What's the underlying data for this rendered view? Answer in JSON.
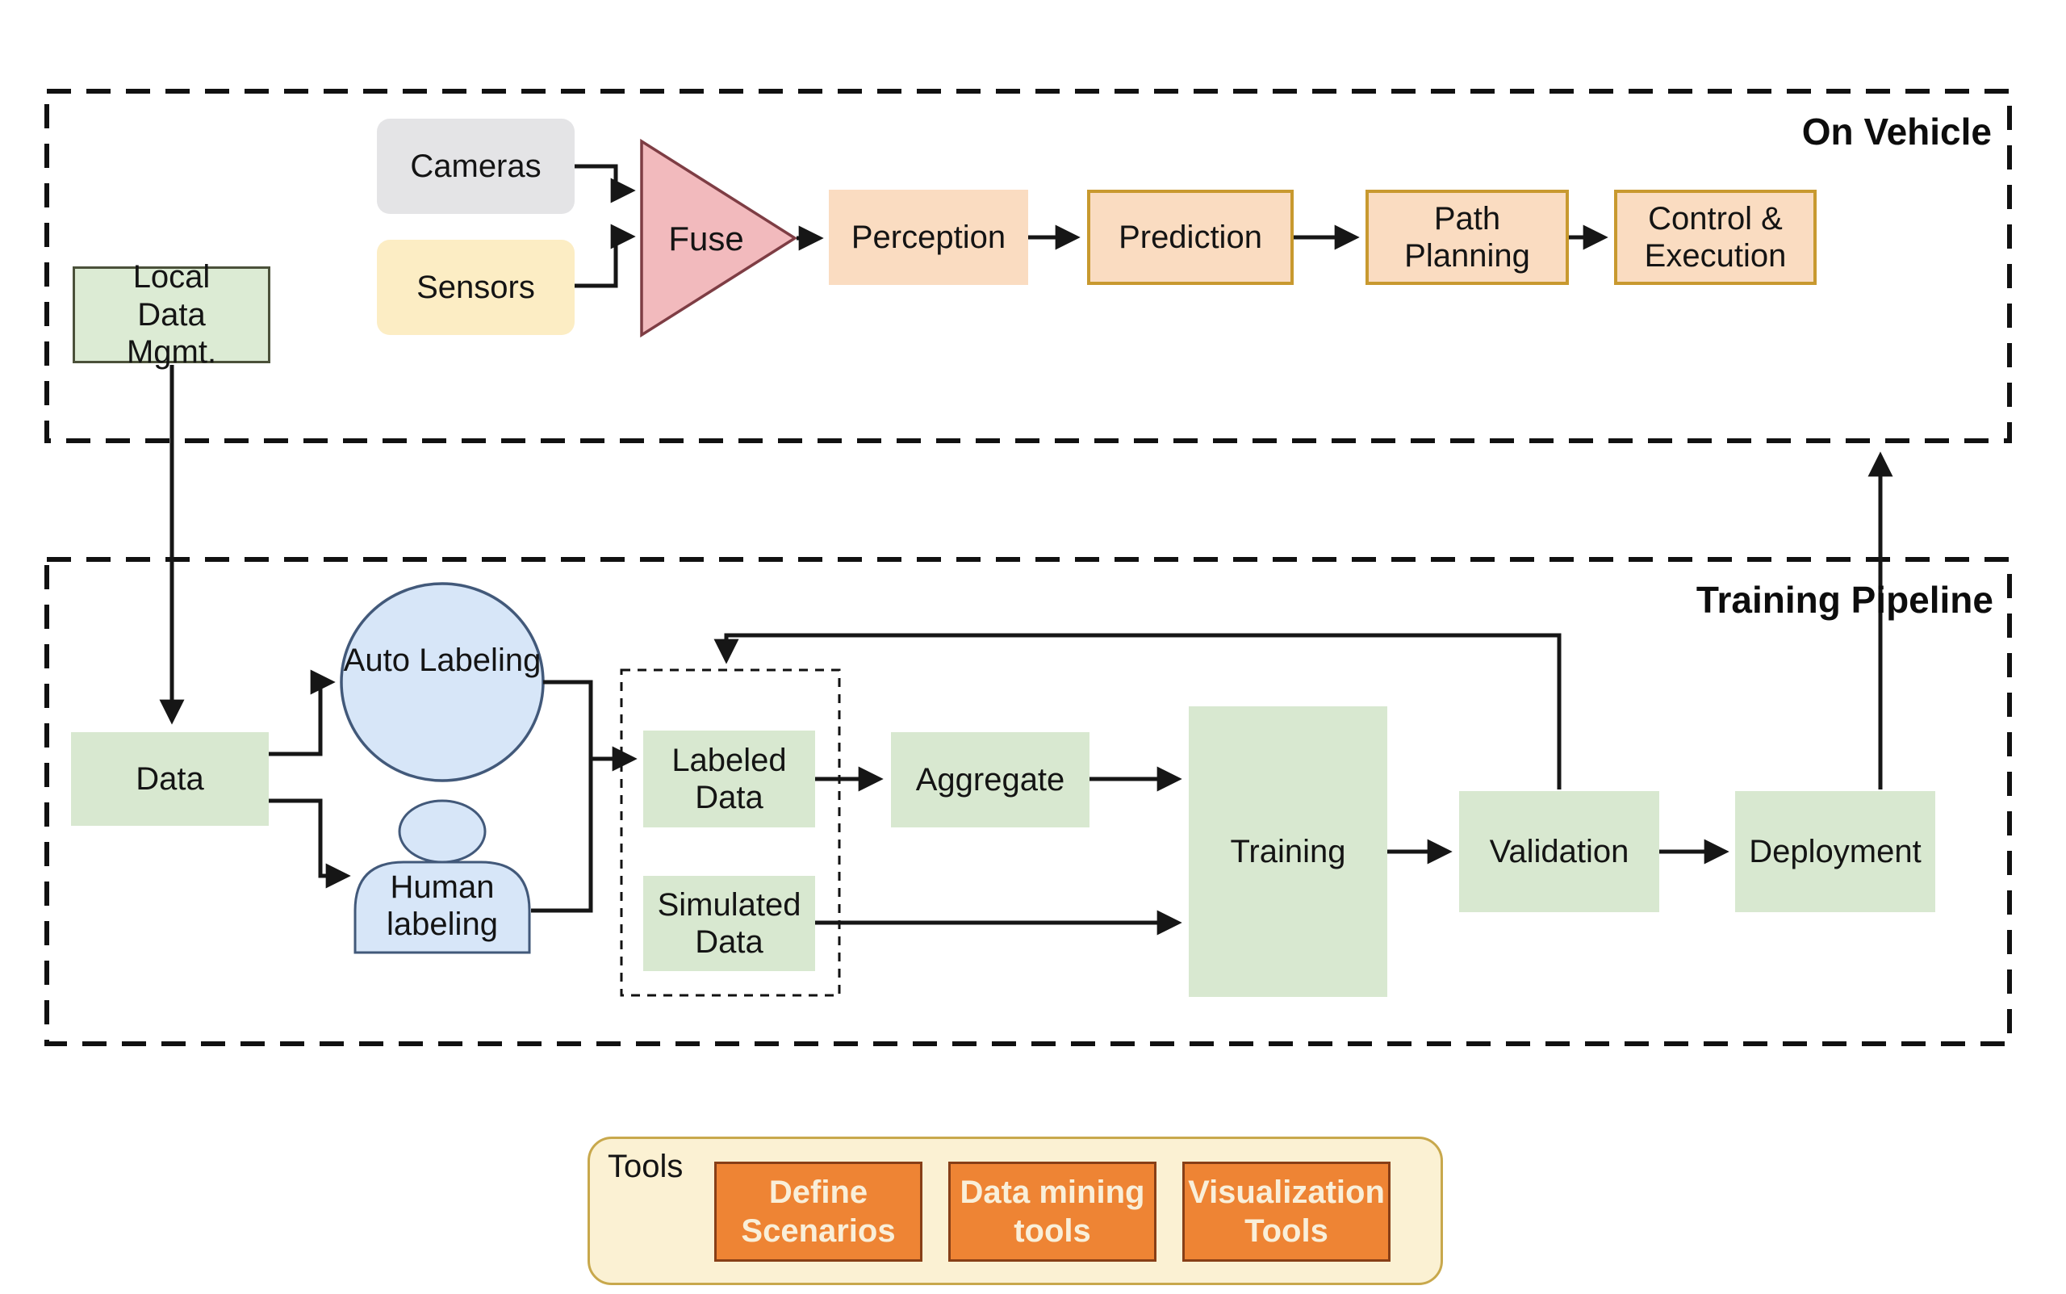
{
  "sections": {
    "on_vehicle": {
      "label": "On Vehicle",
      "nodes": {
        "cameras": "Cameras",
        "sensors": "Sensors",
        "fuse": "Fuse",
        "perception": "Perception",
        "prediction": "Prediction",
        "path_planning": "Path Planning",
        "control_execution": "Control & Execution",
        "local_data_mgmt": "Local Data Mgmt."
      }
    },
    "training_pipeline": {
      "label": "Training Pipeline",
      "nodes": {
        "data": "Data",
        "auto_labeling": "Auto Labeling",
        "human_labeling": "Human labeling",
        "labeled_data": "Labeled Data",
        "simulated_data": "Simulated Data",
        "aggregate": "Aggregate",
        "training": "Training",
        "validation": "Validation",
        "deployment": "Deployment"
      }
    },
    "tools": {
      "label": "Tools",
      "items": [
        {
          "label": "Define Scenarios"
        },
        {
          "label": "Data mining tools"
        },
        {
          "label": "Visualization Tools"
        }
      ]
    }
  },
  "connections": [
    {
      "from": "Cameras",
      "to": "Fuse"
    },
    {
      "from": "Sensors",
      "to": "Fuse"
    },
    {
      "from": "Fuse",
      "to": "Perception"
    },
    {
      "from": "Perception",
      "to": "Prediction"
    },
    {
      "from": "Prediction",
      "to": "Path Planning"
    },
    {
      "from": "Path Planning",
      "to": "Control & Execution"
    },
    {
      "from": "Local Data Mgmt.",
      "to": "Data"
    },
    {
      "from": "Data",
      "to": "Auto Labeling"
    },
    {
      "from": "Data",
      "to": "Human labeling"
    },
    {
      "from": "Auto Labeling",
      "to": "Labeled Data"
    },
    {
      "from": "Human labeling",
      "to": "Labeled Data"
    },
    {
      "from": "Labeled Data",
      "to": "Aggregate"
    },
    {
      "from": "Aggregate",
      "to": "Training"
    },
    {
      "from": "Simulated Data",
      "to": "Training"
    },
    {
      "from": "Training",
      "to": "Validation"
    },
    {
      "from": "Validation",
      "to": "Deployment"
    },
    {
      "from": "Validation",
      "to": "Labeled / Simulated Data container (feedback)"
    },
    {
      "from": "Deployment",
      "to": "On Vehicle"
    }
  ],
  "colors": {
    "green_box": "#d8e8d0",
    "green_box_border": "#4b513a",
    "gray_box": "#e4e4e6",
    "yellow_box": "#fcedc4",
    "peach_box": "#fadcc1",
    "gold_border": "#c8992f",
    "pink_triangle": "#f2babd",
    "pink_triangle_border": "#7e3d44",
    "blue_shape": "#d7e6f8",
    "blue_shape_border": "#42597a",
    "connector_line": "#161616",
    "tools_panel_bg": "#fbf1d3",
    "tools_panel_border": "#c8a84c",
    "tool_button_bg": "#ee8434",
    "tool_button_border": "#873f17",
    "tool_button_text": "#f9efd9"
  }
}
